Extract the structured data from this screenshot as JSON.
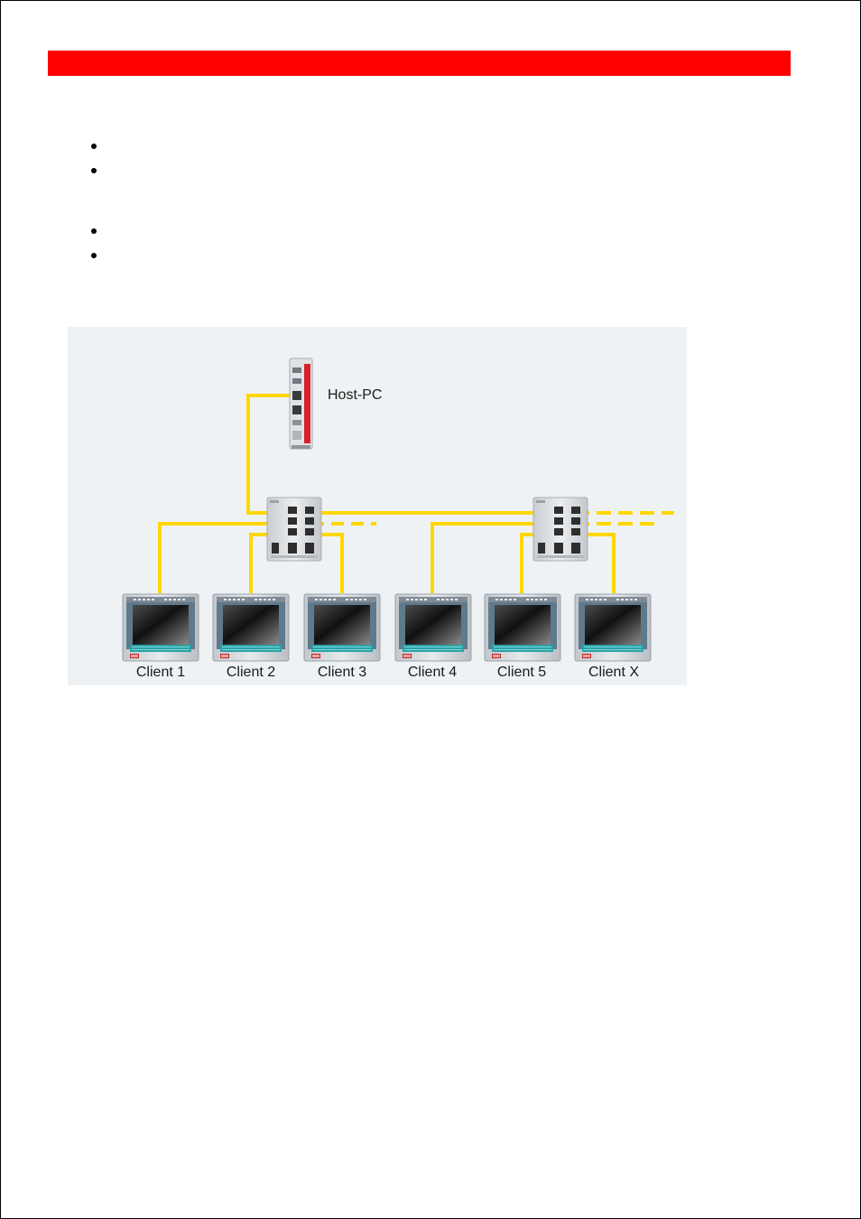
{
  "header": {
    "bar_color": "#ff0000"
  },
  "colors": {
    "cable": "#ffd700",
    "diagram_bg": "#eff2f4",
    "host_stripe": "#d9202a"
  },
  "diagram": {
    "host": {
      "label": "Host-PC",
      "icon": "industrial-pc-icon"
    },
    "switches": [
      {
        "icon": "network-switch-icon"
      },
      {
        "icon": "network-switch-icon"
      }
    ],
    "clients": [
      {
        "label": "Client 1",
        "icon": "panel-pc-icon"
      },
      {
        "label": "Client 2",
        "icon": "panel-pc-icon"
      },
      {
        "label": "Client 3",
        "icon": "panel-pc-icon"
      },
      {
        "label": "Client 4",
        "icon": "panel-pc-icon"
      },
      {
        "label": "Client 5",
        "icon": "panel-pc-icon"
      },
      {
        "label": "Client X",
        "icon": "panel-pc-icon"
      }
    ]
  }
}
